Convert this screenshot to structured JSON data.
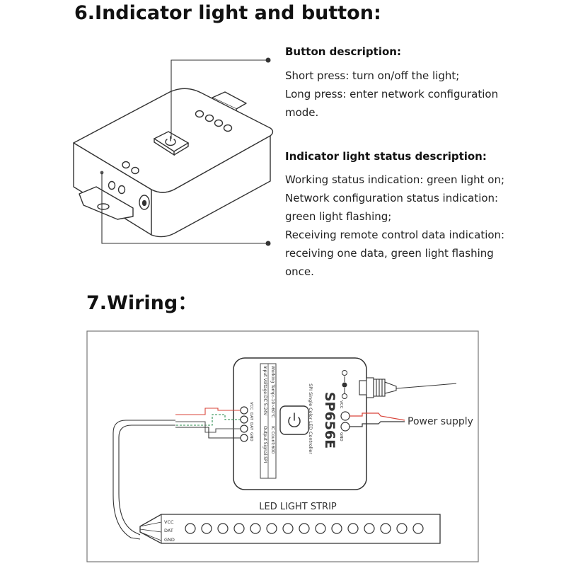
{
  "section6": {
    "title": "6.Indicator light and button:",
    "button_description": {
      "heading": "Button description:",
      "lines": [
        "Short press: turn on/off the light;",
        "Long press: enter network configuration",
        "mode."
      ]
    },
    "indicator_description": {
      "heading": "Indicator light status description:",
      "lines": [
        "Working status indication: green light on;",
        "Network configuration status indication:",
        "green light flashing;",
        "Receiving remote control data indication:",
        "receiving one data, green light flashing",
        "once."
      ]
    }
  },
  "section7": {
    "title": "7.Wiring：",
    "controller": {
      "model": "SP656E",
      "subtitle": "SPI Single Color LED Controller",
      "spec_left_1": "Input Voltage:DC 5-24V",
      "spec_left_2": "Working Temp:-10~60℃",
      "spec_right_1": "Output Signal:SPI",
      "spec_right_2": "IC Count:600",
      "left_pins": [
        "VCC",
        "DAT",
        "DAT",
        "GND"
      ],
      "power_pins": [
        "VCC",
        "GND"
      ]
    },
    "power_supply_label": "Power supply",
    "strip_label": "LED LIGHT STRIP",
    "strip_pins": [
      "VCC",
      "DAT",
      "GND"
    ]
  }
}
